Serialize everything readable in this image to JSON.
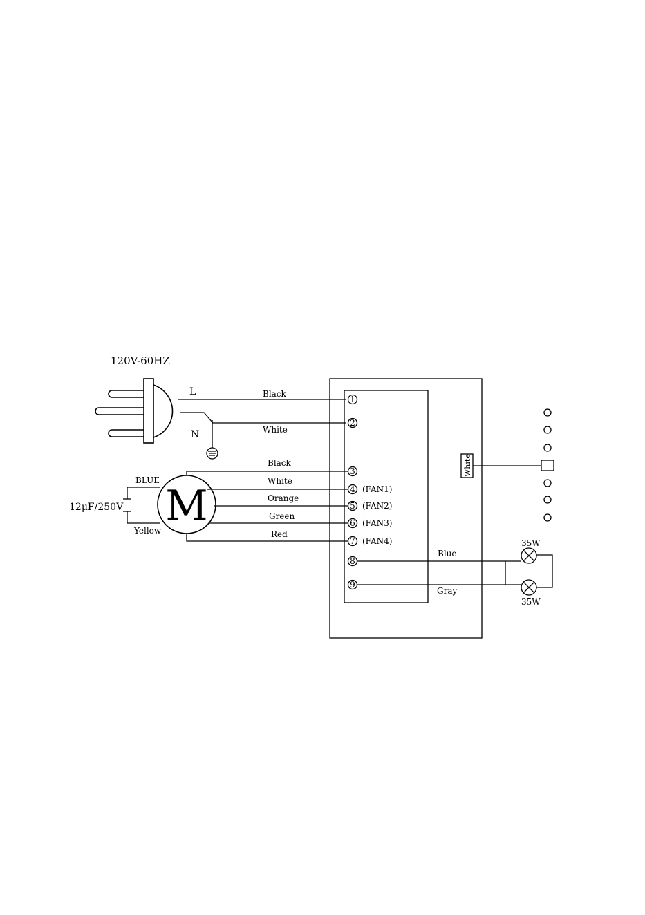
{
  "voltage_label": "120V-60HZ",
  "plug": {
    "live": "L",
    "neutral": "N"
  },
  "motor": {
    "symbol": "M",
    "capacitor": "12μF/250V",
    "cap_wire_top": "BLUE",
    "cap_wire_bottom": "Yellow"
  },
  "wires": {
    "w1": "Black",
    "w2": "White",
    "w3": "Black",
    "w4": "White",
    "w5": "Orange",
    "w6": "Green",
    "w7": "Red",
    "w8": "Blue",
    "w9": "Gray",
    "switch_wire": "White"
  },
  "terminals": [
    {
      "num": "1",
      "label": ""
    },
    {
      "num": "2",
      "label": ""
    },
    {
      "num": "3",
      "label": ""
    },
    {
      "num": "4",
      "label": "(FAN1)"
    },
    {
      "num": "5",
      "label": "(FAN2)"
    },
    {
      "num": "6",
      "label": "(FAN3)"
    },
    {
      "num": "7",
      "label": "(FAN4)"
    },
    {
      "num": "8",
      "label": ""
    },
    {
      "num": "9",
      "label": ""
    }
  ],
  "lamps": {
    "top": "35W",
    "bottom": "35W"
  },
  "icons": {
    "ground": "ground-icon",
    "lamp": "lamp-icon",
    "plug": "plug-icon",
    "motor": "motor-icon"
  }
}
